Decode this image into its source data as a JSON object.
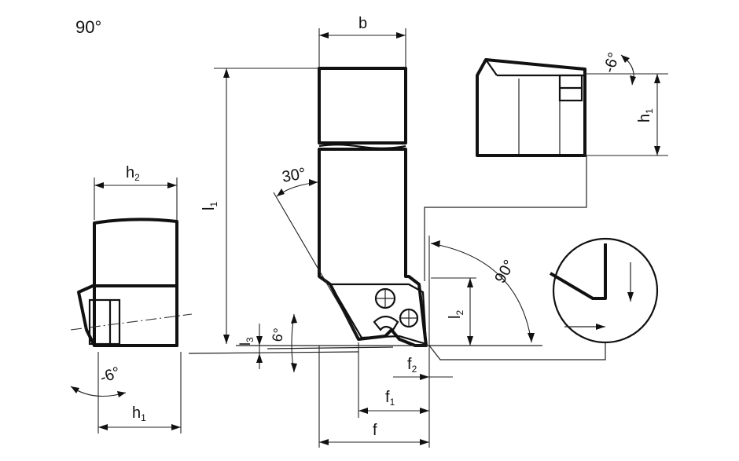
{
  "title": "90°",
  "labels": {
    "b": "b",
    "l": "l",
    "l1_sub": "1",
    "l2": "l",
    "l2_sub": "2",
    "l3": "l",
    "l3_sub": "3",
    "h2": "h",
    "h2_sub": "2",
    "h1_bottom": "h",
    "h1_bottom_sub": "1",
    "h1_right": "h",
    "h1_right_sub": "1",
    "f": "f",
    "f1": "f",
    "f1_sub": "1",
    "f2": "f",
    "f2_sub": "2"
  },
  "angles": {
    "approach_30": "30°",
    "corner_90": "90°",
    "side_rake": "6°",
    "rake_left": "-6°",
    "rake_right": "-6°"
  },
  "colors": {
    "line": "#111111",
    "background": "#ffffff"
  }
}
